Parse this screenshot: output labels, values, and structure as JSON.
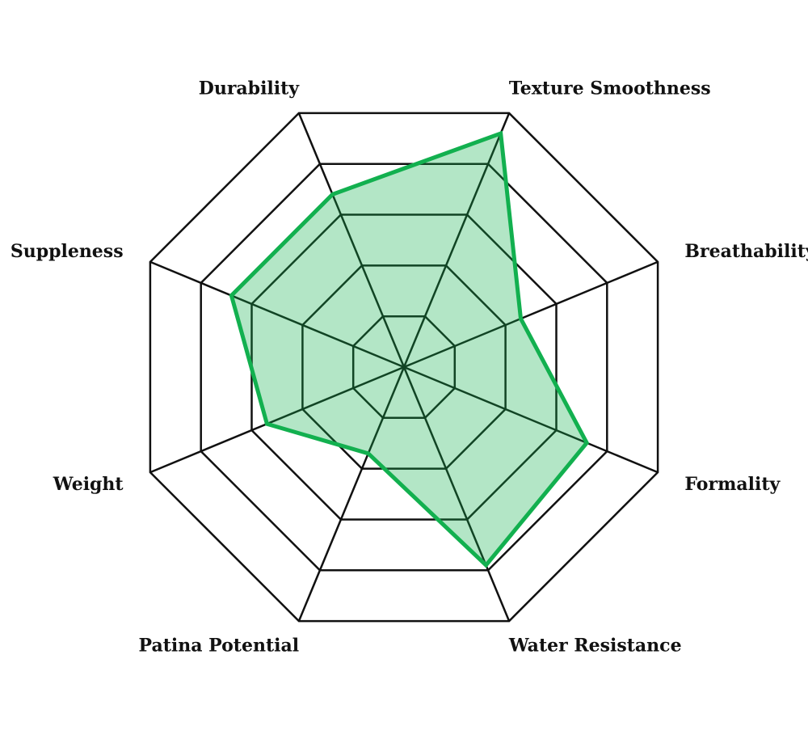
{
  "chart_data": {
    "type": "radar",
    "axes": [
      "Texture Smoothness",
      "Breathability",
      "Formality",
      "Water Resistance",
      "Patina Potential",
      "Weight",
      "Suppleness",
      "Durability"
    ],
    "range": [
      0,
      5
    ],
    "ring_count": 5,
    "series": [
      {
        "values": [
          4.6,
          2.3,
          3.6,
          3.9,
          1.7,
          2.7,
          3.4,
          3.4
        ]
      }
    ],
    "colors": {
      "line": "#12b04f",
      "fill": "#12b04f",
      "fill_opacity": 0.32,
      "grid": "#111111"
    }
  }
}
